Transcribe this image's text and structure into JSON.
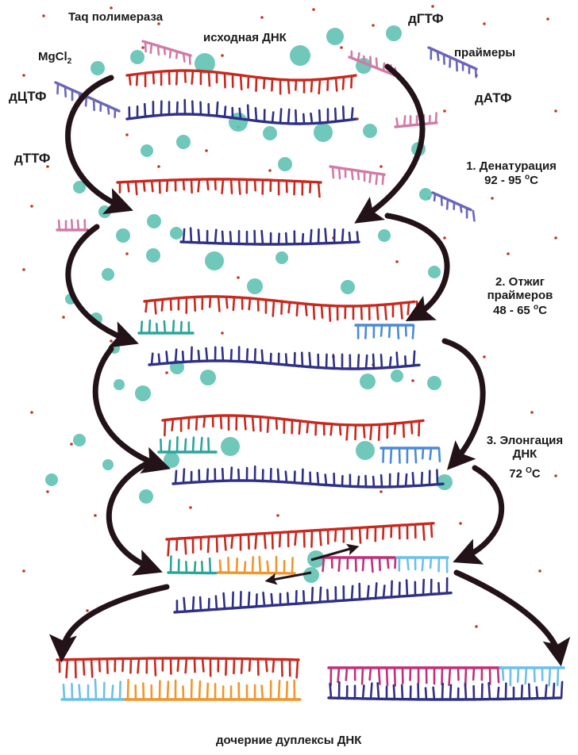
{
  "labels": {
    "taq": "Taq полимераза",
    "template": "исходная ДНК",
    "dgtp": "дГТФ",
    "primers": "праймеры",
    "mgcl_main": "MgCl",
    "mgcl_sub": "2",
    "datp": "дАТФ",
    "dctp": "дЦТФ",
    "dttp": "дТТФ",
    "step1_title": "1. Денатурация",
    "step1_temp": "92 - 95",
    "step1_deg": "o",
    "step1_unit": "C",
    "step2_title_a": "2. Отжиг",
    "step2_title_b": "праймеров",
    "step2_temp": "48 - 65",
    "step2_deg": "o",
    "step2_unit": "C",
    "step3_title_a": "3. Элонгация",
    "step3_title_b": "ДНК",
    "step3_temp": "72",
    "step3_deg": "O",
    "step3_unit": "C",
    "daughters": "дочерние дуплексы ДНК"
  },
  "colors": {
    "template_top": "#c8281e",
    "template_bottom": "#2e2f86",
    "primer_teal": "#2aa59a",
    "primer_blue": "#4a8ad8",
    "new_orange": "#f0962a",
    "new_magenta": "#c0307a",
    "new_lightblue": "#6cc0ea",
    "polymerase": "#5fc2b2",
    "arrow": "#231318",
    "nucleotide_dot": "#c0391e",
    "free_primer_purple": "#6a66b8",
    "free_primer_pink": "#d27aa8"
  }
}
